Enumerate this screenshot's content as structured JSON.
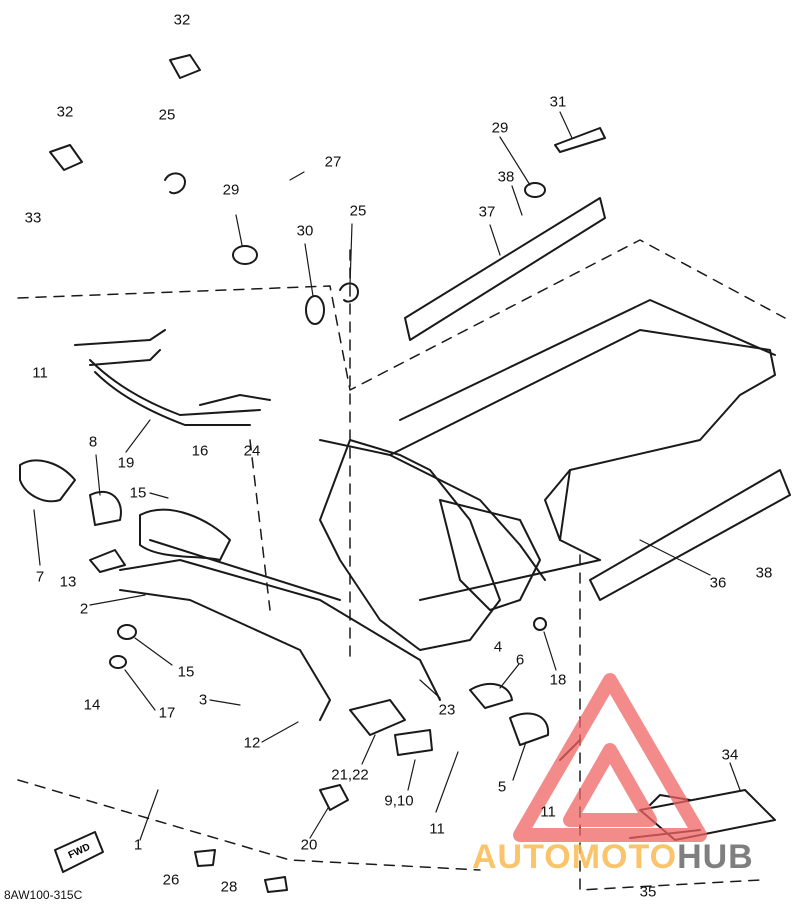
{
  "diagram": {
    "drawing_code": "8AW100-315C",
    "part_labels": [
      "32",
      "32",
      "25",
      "33",
      "29",
      "27",
      "25",
      "30",
      "29",
      "31",
      "38",
      "37",
      "11",
      "19",
      "8",
      "16",
      "24",
      "15",
      "7",
      "13",
      "2",
      "15",
      "17",
      "14",
      "3",
      "12",
      "1",
      "26",
      "28",
      "20",
      "21,22",
      "9,10",
      "11",
      "23",
      "4",
      "6",
      "18",
      "5",
      "11",
      "34",
      "36",
      "38",
      "35"
    ],
    "arrow_label": "FWD",
    "colors": {
      "line": "#1a1a1a",
      "background": "#ffffff",
      "watermark_red": "#f06464",
      "watermark_orange": "#f8b450",
      "watermark_gray": "#5f5f5f"
    }
  },
  "watermark": {
    "text_part1": "AUTOMOTO",
    "text_part2": "HUB"
  }
}
